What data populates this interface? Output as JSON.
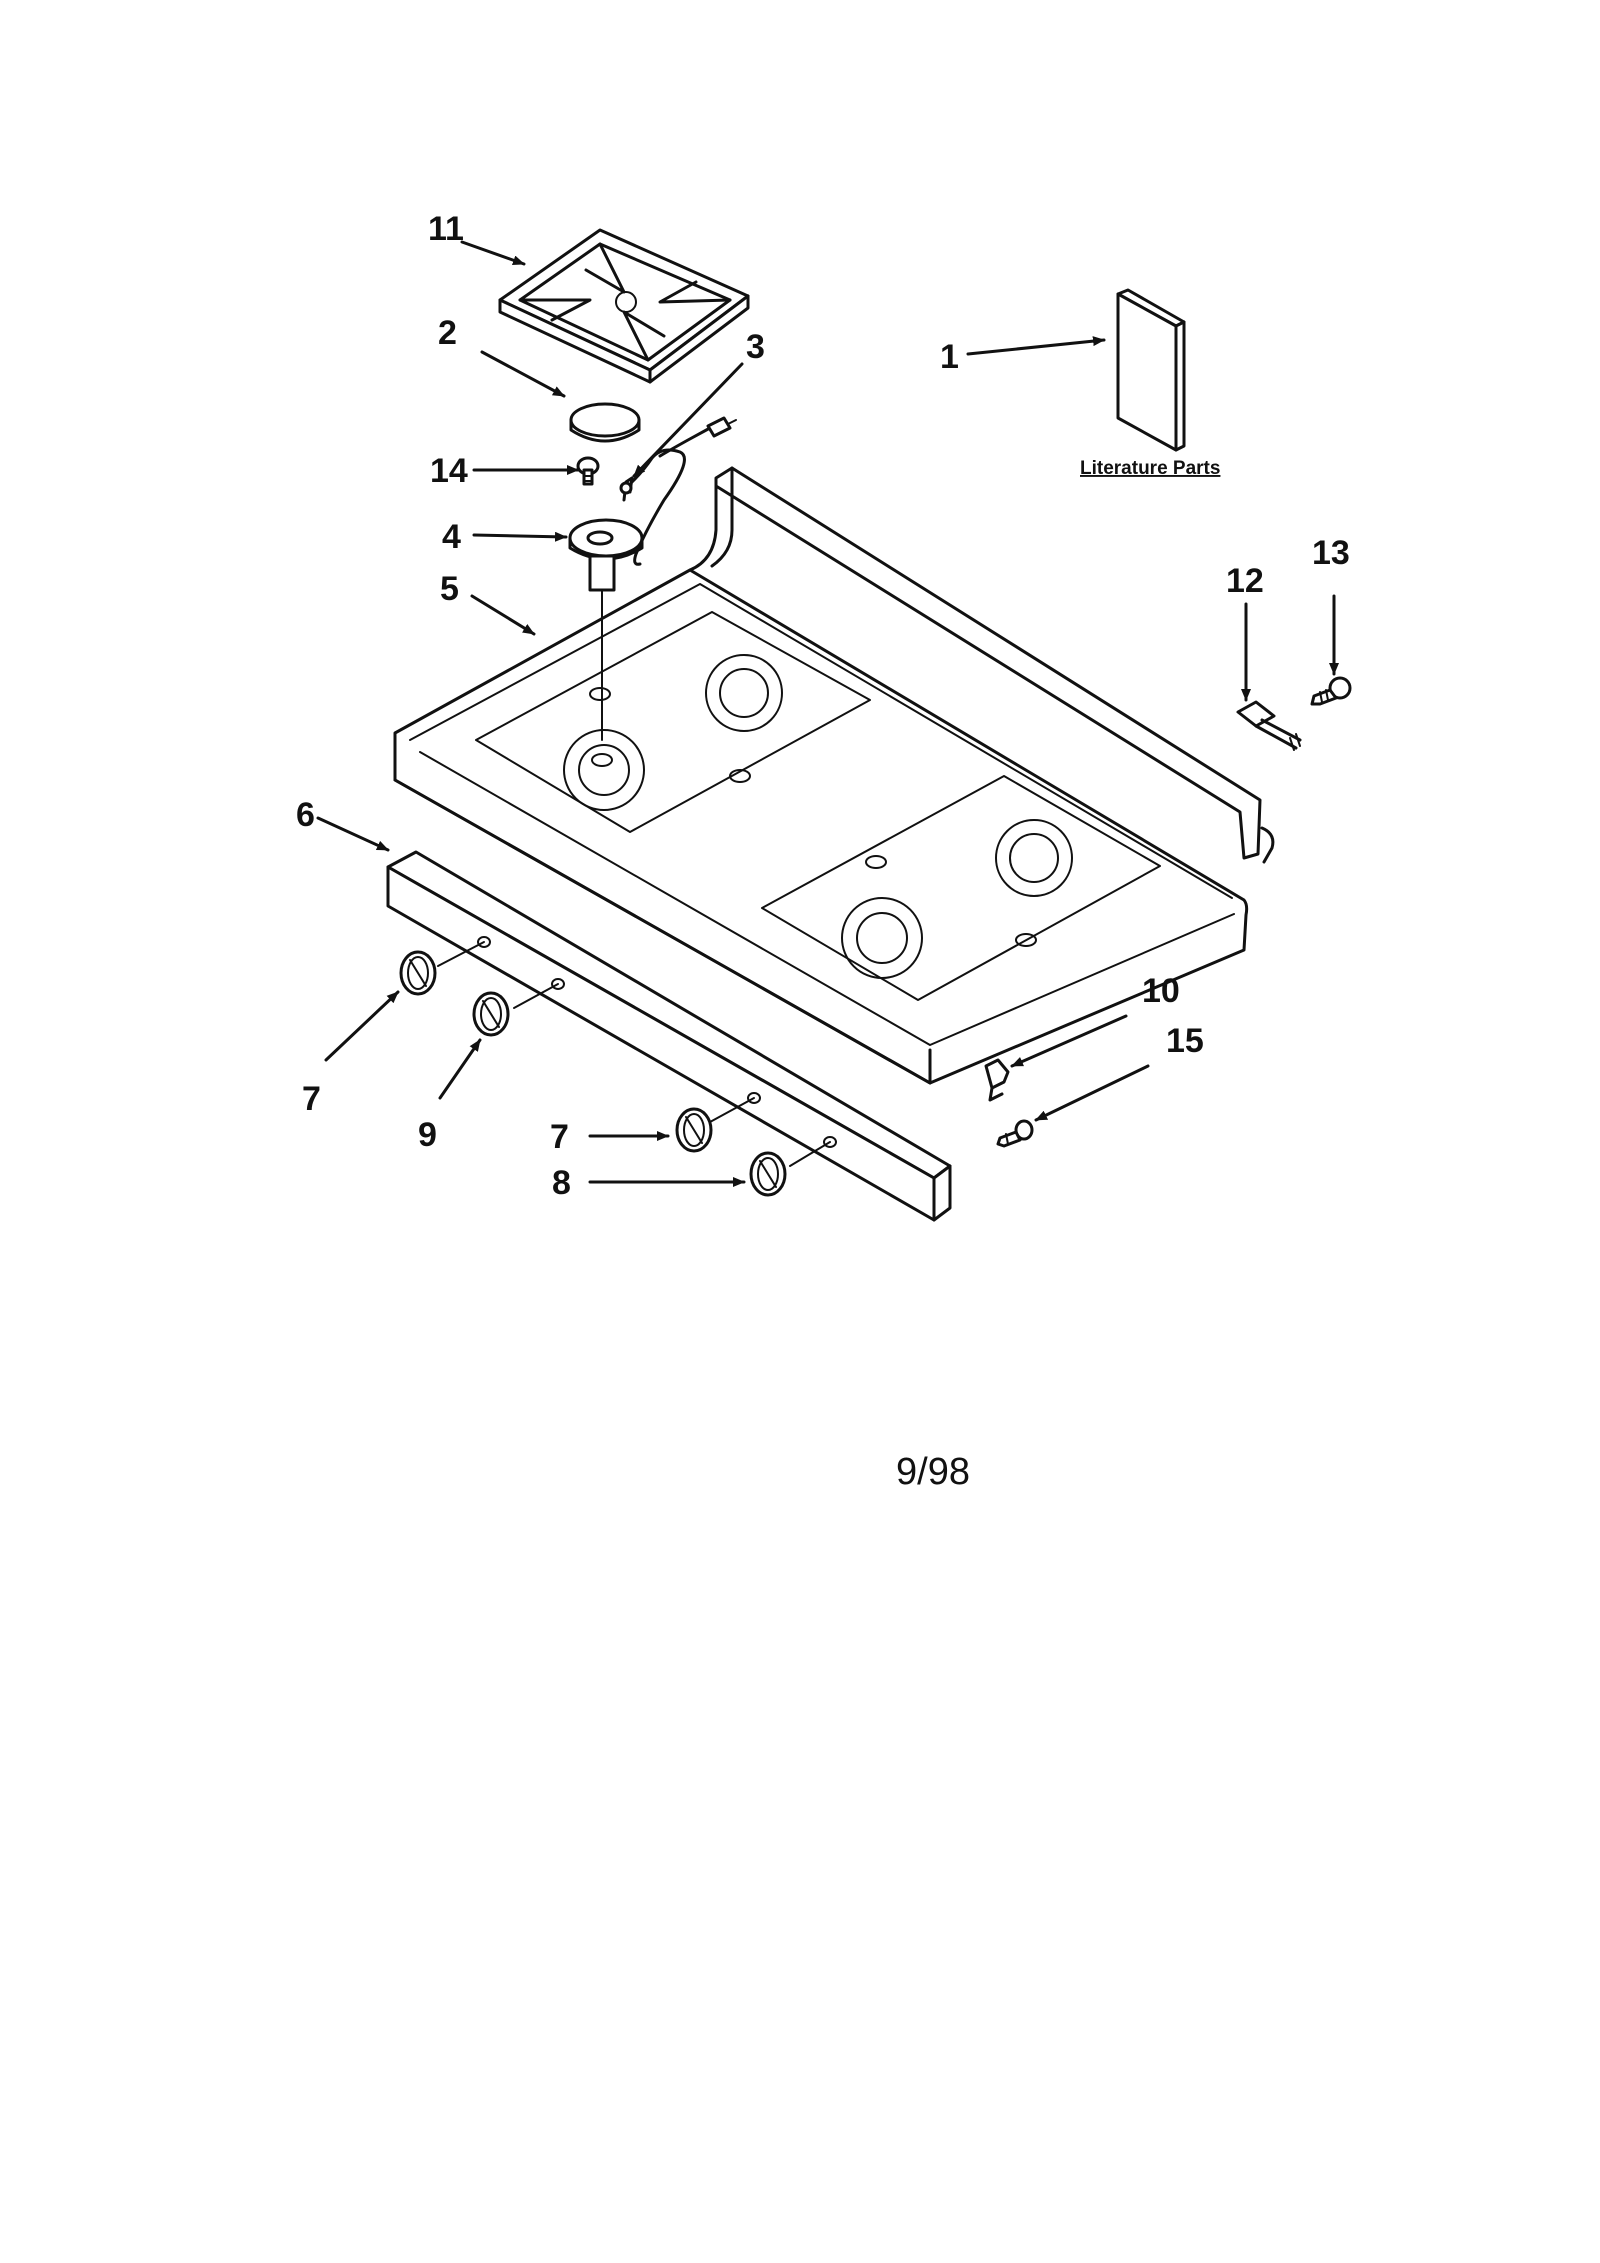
{
  "diagram": {
    "callouts": {
      "c1": "1",
      "c2": "2",
      "c3": "3",
      "c4": "4",
      "c5": "5",
      "c6": "6",
      "c7a": "7",
      "c7b": "7",
      "c8": "8",
      "c9": "9",
      "c10": "10",
      "c11": "11",
      "c12": "12",
      "c13": "13",
      "c14": "14",
      "c15": "15"
    },
    "literature_label": "Literature Parts",
    "date_code": "9/98"
  }
}
